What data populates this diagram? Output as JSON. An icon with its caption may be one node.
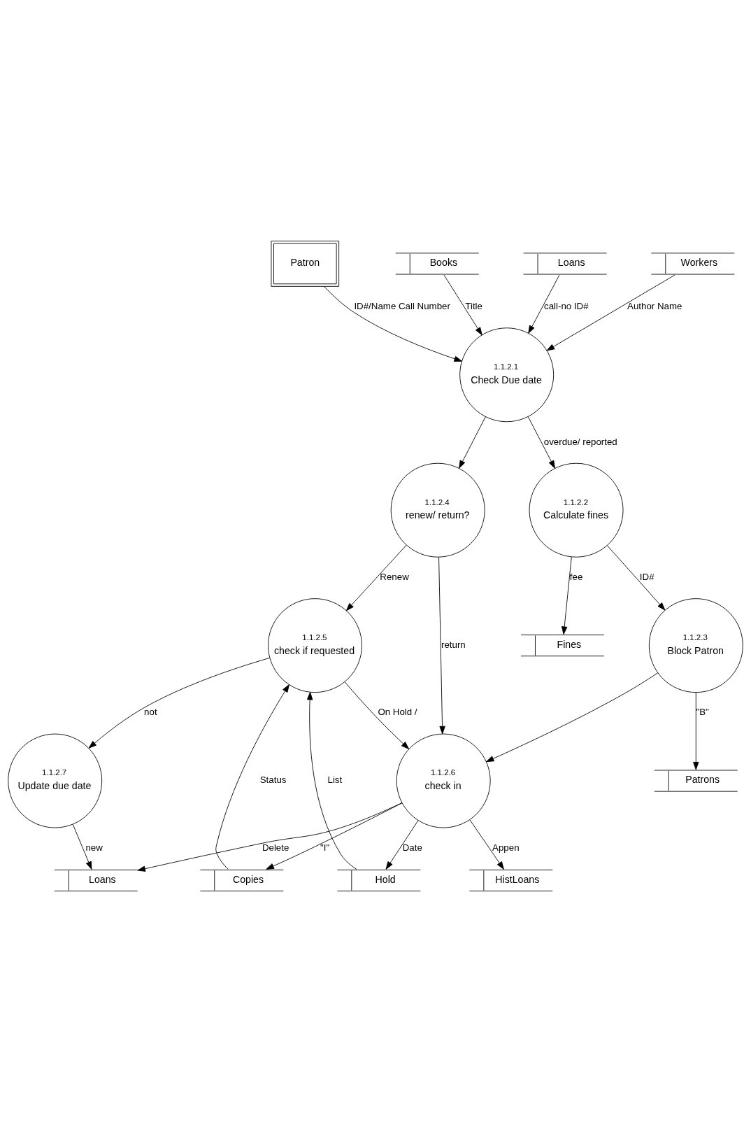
{
  "diagram": {
    "nodes": [
      {
        "text": [
          "Patron"
        ]
      },
      {
        "text": [
          "Books"
        ]
      },
      {
        "text": [
          "1.1.2.1",
          "Check Due date"
        ]
      },
      {
        "text": [
          "Loans"
        ]
      },
      {
        "text": [
          "Workers"
        ]
      },
      {
        "text": [
          "Fines"
        ]
      },
      {
        "text": [
          "1.1.2.4",
          "renew/ return?"
        ]
      },
      {
        "text": [
          "1.1.2.2",
          "Calculate fines"
        ]
      },
      {
        "text": [
          "1.1.2.5",
          "check if requested"
        ]
      },
      {
        "text": [
          "1.1.2.3",
          "Block Patron"
        ]
      },
      {
        "text": [
          "1.1.2.6",
          "check in"
        ]
      },
      {
        "text": [
          "Patrons"
        ]
      },
      {
        "text": [
          "Hold"
        ]
      },
      {
        "text": [
          "1.1.2.7",
          "Update due date"
        ]
      },
      {
        "text": [
          "Copies"
        ]
      },
      {
        "text": [
          "HistLoans"
        ]
      },
      {
        "text": [
          "Loans"
        ]
      }
    ],
    "edges": [
      {
        "from": 0,
        "to": 2,
        "arrow": "to",
        "label": "ID#/Name Call Number"
      },
      {
        "from": 1,
        "to": 2,
        "arrow": "to",
        "label": "Title"
      },
      {
        "from": 3,
        "to": 2,
        "arrow": "to",
        "label": "call-no ID#"
      },
      {
        "from": 4,
        "to": 2,
        "arrow": "to",
        "label": "Author Name"
      },
      {
        "from": 2,
        "to": 6,
        "arrow": "to"
      },
      {
        "from": 2,
        "to": 7,
        "arrow": "to",
        "label": "overdue/ reported"
      },
      {
        "from": 7,
        "to": 5,
        "arrow": "to",
        "label": "fee"
      },
      {
        "from": 7,
        "to": 9,
        "arrow": "to",
        "label": "ID#"
      },
      {
        "from": 6,
        "to": 8,
        "arrow": "to",
        "label": "Renew"
      },
      {
        "from": 6,
        "to": 10,
        "arrow": "to",
        "label": "return"
      },
      {
        "from": 8,
        "to": 10,
        "arrow": "to",
        "label": "On Hold /"
      },
      {
        "from": 9,
        "to": 10,
        "arrow": "to"
      },
      {
        "from": 9,
        "to": 11,
        "arrow": "to",
        "label": "\"B\""
      },
      {
        "from": 12,
        "to": 8,
        "arrow": "to",
        "label": "List"
      },
      {
        "from": 14,
        "to": 8,
        "arrow": "to",
        "label": "Status"
      },
      {
        "from": 8,
        "to": 13,
        "arrow": "to",
        "label": "not"
      },
      {
        "from": 10,
        "to": 12,
        "arrow": "to",
        "label": "Date"
      },
      {
        "from": 10,
        "to": 14,
        "arrow": "to",
        "label": "\"I\""
      },
      {
        "from": 10,
        "to": 16,
        "arrow": "to",
        "label": "Delete"
      },
      {
        "from": 10,
        "to": 15,
        "arrow": "to",
        "label": "Appen"
      },
      {
        "from": 13,
        "to": 16,
        "arrow": "to",
        "label": "new"
      }
    ]
  }
}
